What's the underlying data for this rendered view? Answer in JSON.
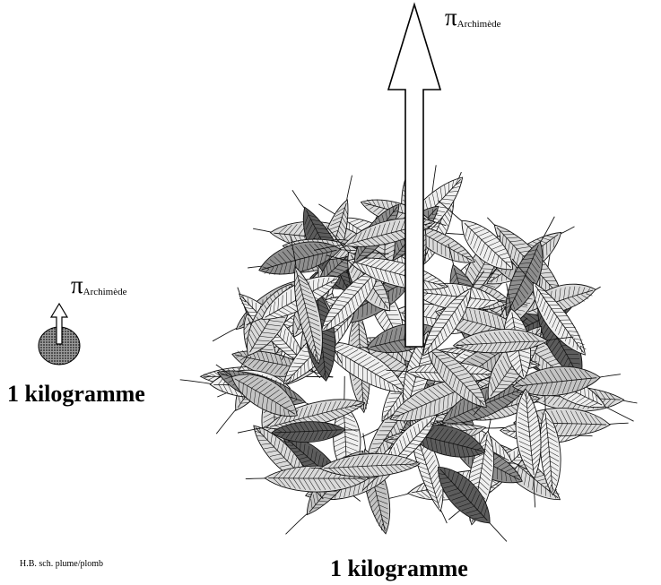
{
  "large_arrow": {
    "symbol": "π",
    "subscript": "Archimède"
  },
  "small_arrow": {
    "symbol": "π",
    "subscript": "Archimède"
  },
  "labels": {
    "lead_mass": "1 kilogramme",
    "feathers_mass": "1 kilogramme"
  },
  "credit": "H.B. sch. plume/plomb",
  "colors": {
    "feather_shades": [
      "#efefef",
      "#dadada",
      "#c4c4c4",
      "#8e8e8e",
      "#5c5c5c"
    ],
    "lead_base": "#9a9a9a",
    "lead_dots": "#1a1a1a",
    "outline": "#111111"
  },
  "illustration": {
    "left_object": "lead ball",
    "right_object": "pile of feathers"
  }
}
